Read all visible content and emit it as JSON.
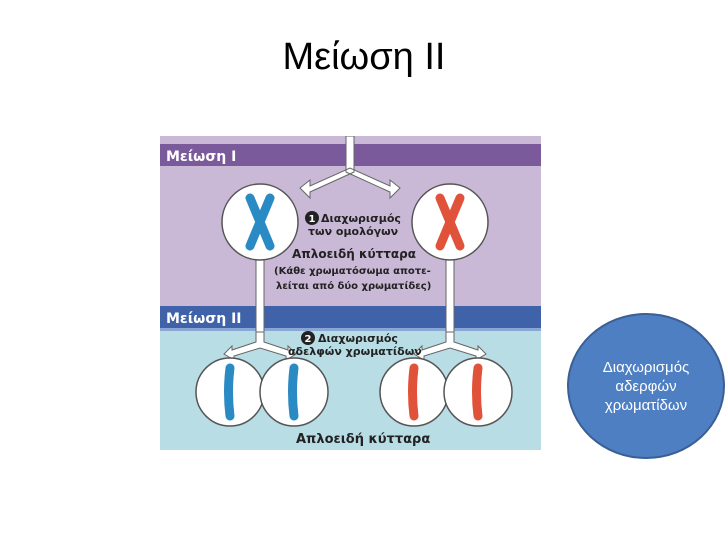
{
  "slide": {
    "title": "Μείωση ΙΙ"
  },
  "diagram": {
    "phase1_label": "Μείωση Ι",
    "phase2_label": "Μείωση ΙΙ",
    "step1": {
      "number": "1",
      "line1": "Διαχωρισμός",
      "line2": "των ομολόγων"
    },
    "haploid_label_1": "Απλοειδή κύτταρα",
    "note_line1": "(Κάθε χρωματόσωμα αποτε-",
    "note_line2": "λείται από δύο χρωματίδες)",
    "step2": {
      "number": "2",
      "line1": "Διαχωρισμός",
      "line2": "αδελφών χρωματίδων"
    },
    "haploid_label_2": "Απλοειδή κύτταρα",
    "colors": {
      "header_band": "#7b5a9c",
      "meiosis1_bg": "#c9b8d6",
      "meiosis2_band": "#3f62a8",
      "meiosis2_bg": "#b9dde5",
      "chromosome_blue": "#2a8ac3",
      "chromosome_red": "#e0533a",
      "cell_fill": "#ffffff",
      "cell_border": "#555555"
    }
  },
  "callout": {
    "line1": "Διαχωρισμός",
    "line2": "αδερφών",
    "line3": "χρωματίδων"
  }
}
